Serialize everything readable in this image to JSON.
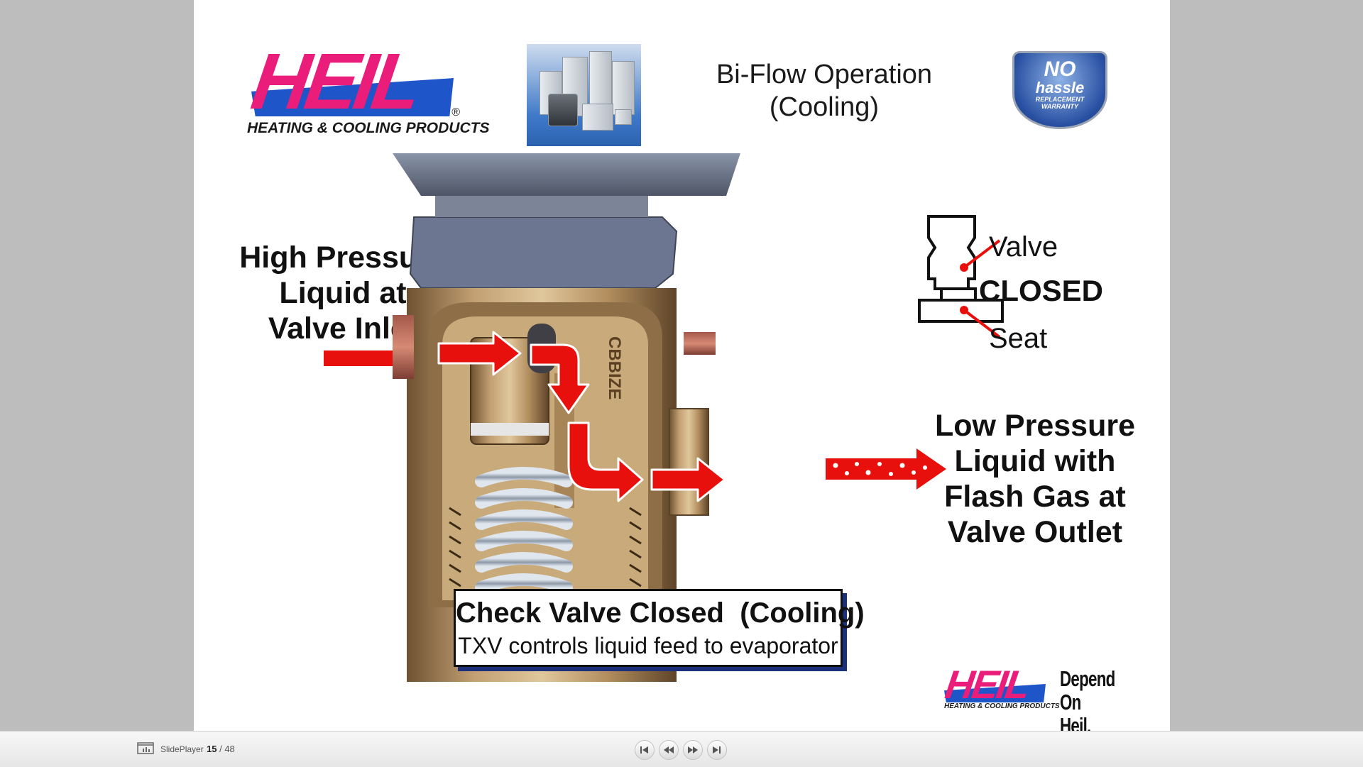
{
  "slide": {
    "title_line1": "Bi-Flow Operation",
    "title_line2": "(Cooling)",
    "logo": {
      "word": "HEIL",
      "registered": "®",
      "subtitle": "HEATING & COOLING PRODUCTS"
    },
    "badge": {
      "line1": "NO",
      "line2": "hassle",
      "line3": "REPLACEMENT",
      "line4": "WARRANTY"
    },
    "inlet_label": {
      "line1": "High Pressure",
      "line2": "Liquid at",
      "line3": "Valve Inlet"
    },
    "outlet_label": {
      "line1": "Low Pressure",
      "line2": "Liquid with",
      "line3": "Flash Gas at",
      "line4": "Valve Outlet"
    },
    "diagram": {
      "valve": "Valve",
      "closed": "CLOSED",
      "seat": "Seat"
    },
    "valve_marking": "CBBIZE",
    "callout": {
      "heading": "Check Valve Closed  (Cooling)",
      "subtext": "TXV controls liquid feed to evaporator"
    },
    "footer_logo": {
      "word": "HEIL",
      "subtitle": "HEATING & COOLING PRODUCTS",
      "tagline_line1": "Depend",
      "tagline_line2": "On Heil."
    }
  },
  "toolbar": {
    "brand": "SlidePlayer",
    "current_page": "15",
    "separator": " / ",
    "total_pages": "48",
    "buttons": [
      "first-slide",
      "previous-slide",
      "next-slide",
      "last-slide"
    ]
  },
  "colors": {
    "heil_pink": "#ea1d7a",
    "heil_blue": "#1e55c8",
    "arrow_red": "#e8100c",
    "callout_shadow": "#1b2f7a",
    "page_background": "#bdbdbd"
  }
}
